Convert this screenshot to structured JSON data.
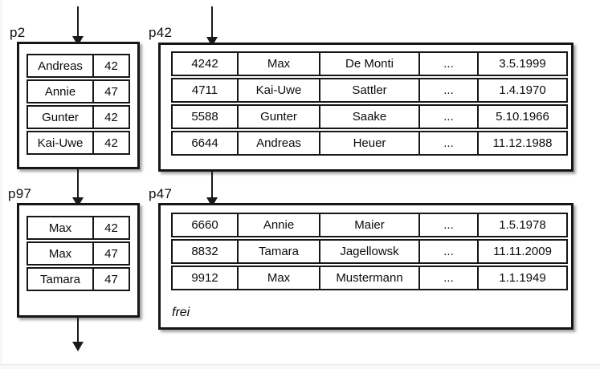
{
  "p2": {
    "label": "p2",
    "rows": [
      [
        "Andreas",
        "42"
      ],
      [
        "Annie",
        "47"
      ],
      [
        "Gunter",
        "42"
      ],
      [
        "Kai-Uwe",
        "42"
      ]
    ]
  },
  "p42": {
    "label": "p42",
    "rows": [
      [
        "4242",
        "Max",
        "De Monti",
        "...",
        "3.5.1999"
      ],
      [
        "4711",
        "Kai-Uwe",
        "Sattler",
        "...",
        "1.4.1970"
      ],
      [
        "5588",
        "Gunter",
        "Saake",
        "...",
        "5.10.1966"
      ],
      [
        "6644",
        "Andreas",
        "Heuer",
        "...",
        "11.12.1988"
      ]
    ]
  },
  "p97": {
    "label": "p97",
    "rows": [
      [
        "Max",
        "42"
      ],
      [
        "Max",
        "47"
      ],
      [
        "Tamara",
        "47"
      ]
    ]
  },
  "p47": {
    "label": "p47",
    "rows": [
      [
        "6660",
        "Annie",
        "Maier",
        "...",
        "1.5.1978"
      ],
      [
        "8832",
        "Tamara",
        "Jagellowsk",
        "...",
        "11.11.2009"
      ],
      [
        "9912",
        "Max",
        "Mustermann",
        "...",
        "1.1.1949"
      ]
    ],
    "free_label": "frei"
  }
}
